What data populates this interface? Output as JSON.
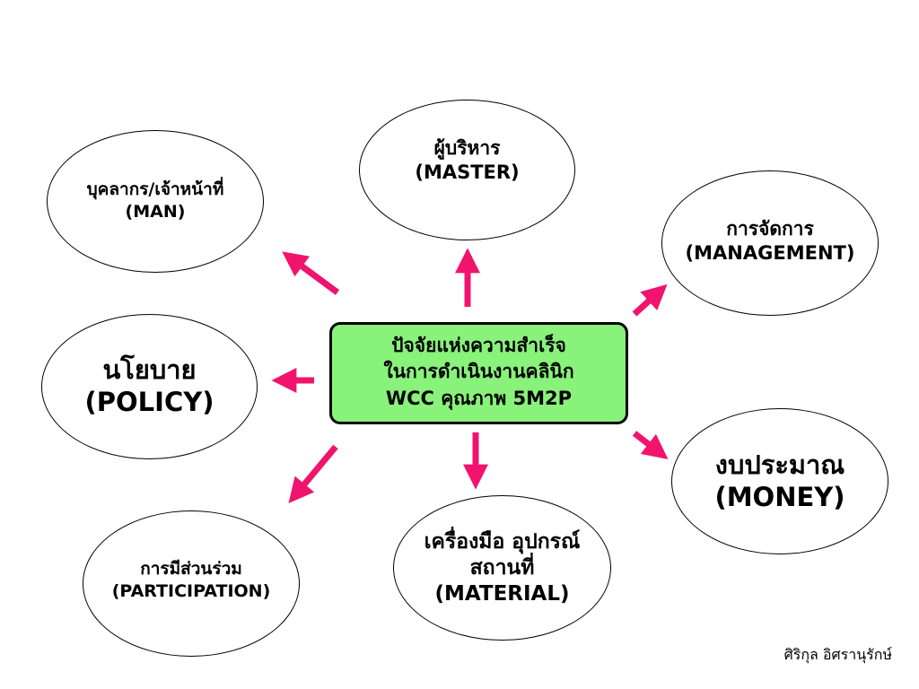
{
  "center": {
    "line1": "ปัจจัยแห่งความสำเร็จ",
    "line2": "ในการดำเนินงานคลินิก",
    "line3": "WCC คุณภาพ 5M2P",
    "fill": "#88f27a"
  },
  "nodes": {
    "master": {
      "th": "ผู้บริหาร",
      "en": "(MASTER)"
    },
    "man": {
      "th": "บุคลากร/เจ้าหน้าที่",
      "en": "(MAN)"
    },
    "management": {
      "th": "การจัดการ",
      "en": "(MANAGEMENT)"
    },
    "policy": {
      "th": "นโยบาย",
      "en": "(POLICY)"
    },
    "money": {
      "th": "งบประมาณ",
      "en": "(MONEY)"
    },
    "material": {
      "th1": "เครื่องมือ อุปกรณ์",
      "th2": "สถานที่",
      "en": "(MATERIAL)"
    },
    "participation": {
      "th": "การมีส่วนร่วม",
      "en": "(PARTICIPATION)"
    }
  },
  "arrow_color": "#f0146e",
  "author": "ศิริกุล อิศรานุรักษ์"
}
